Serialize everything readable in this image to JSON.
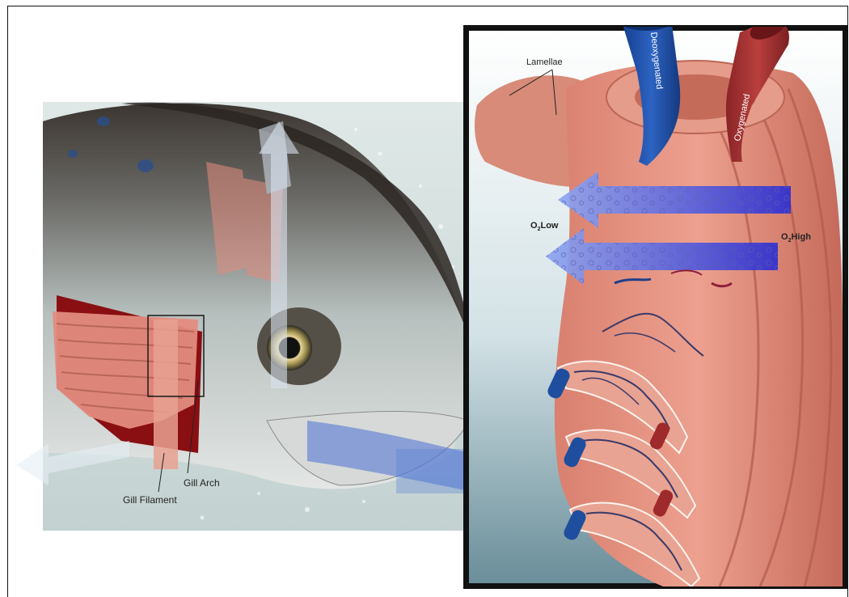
{
  "labels": {
    "lamellae": "Lamellae",
    "deoxygenated": "Deoxygenated",
    "oxygenated": "Oxygenated",
    "o2_low": "O",
    "o2_low_sub": "2",
    "o2_low_rest": "Low",
    "o2_high": "O",
    "o2_high_sub": "2",
    "o2_high_rest": "High",
    "gill_arch": "Gill Arch",
    "gill_filament": "Gill Filament"
  },
  "colors": {
    "water_bg": "#c9d6d6",
    "gill_pink": "#e8968a",
    "gill_pink_dark": "#c7705f",
    "vein_blue": "#1f4e9e",
    "artery_red": "#9e2a2b",
    "arrow_blue": "#4a4ee0",
    "fish_dark": "#3e3a36",
    "fish_belly": "#d7dbd9"
  }
}
